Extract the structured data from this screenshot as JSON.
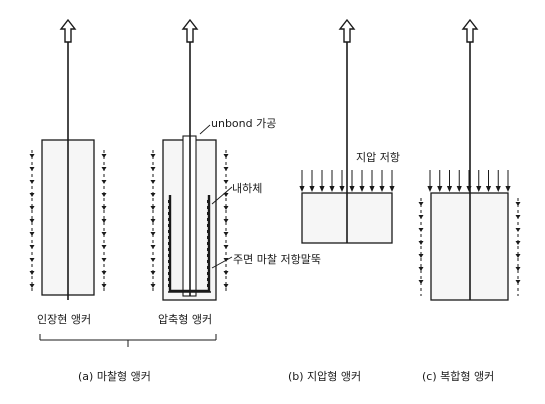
{
  "labels": {
    "unbond": "unbond 가공",
    "load_body": "내하체",
    "bearing_resistance": "지압 저항",
    "skin_friction": "주면 마찰 저항말뚝",
    "tension_anchor": "인장현 앵커",
    "compression_anchor": "압축형 앵커"
  },
  "captions": {
    "friction": "(a) 마찰형 앵커",
    "bearing": "(b) 지압형 앵커",
    "composite": "(c) 복합형 앵커"
  },
  "colors": {
    "line": "#1a1a1a",
    "fill": "#f6f6f6",
    "dot": "#6a6a6a"
  },
  "icons": [
    "pull-arrow-icon",
    "shear-arrow-icon",
    "bearing-arrow-icon"
  ]
}
